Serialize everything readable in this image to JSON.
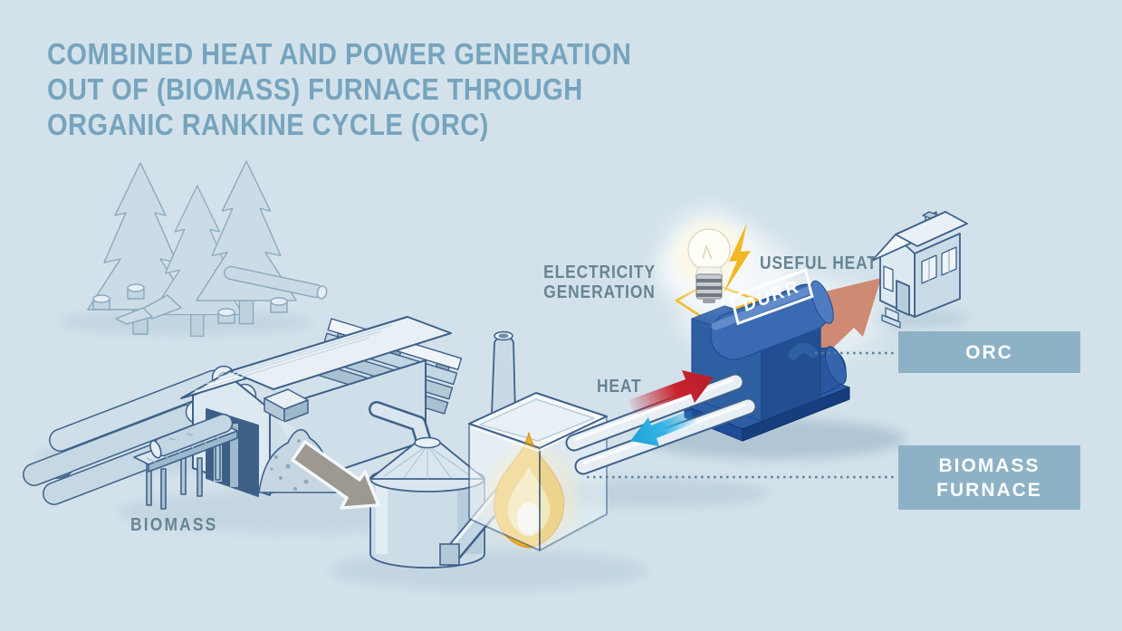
{
  "title": {
    "lines": [
      "COMBINED HEAT AND POWER GENERATION",
      "OUT OF (BIOMASS) FURNACE THROUGH",
      "ORGANIC RANKINE CYCLE (ORC)"
    ]
  },
  "labels": {
    "biomass": "BIOMASS",
    "heat": "HEAT",
    "electricity_line1": "ELECTRICITY",
    "electricity_line2": "GENERATION",
    "useful_heat": "USEFUL HEAT"
  },
  "machine": {
    "brand": "DÜRR"
  },
  "callouts": {
    "orc": {
      "label": "ORC"
    },
    "biomass_furnace": {
      "line1": "BIOMASS",
      "line2": "FURNACE"
    }
  },
  "colors": {
    "background": "#d3e2ea",
    "title_text": "#76a4be",
    "label_text": "#668495",
    "callout_fill": "#8db2c6",
    "callout_text": "#ffffff",
    "machine_blue": "#2e5fa3",
    "hot_arrow": "#c8232e",
    "cold_arrow": "#35b4e5",
    "useful_heat_arrow": "#cf8a73",
    "biomass_arrow": "#9d9890",
    "electric_yellow": "#f2b722",
    "outline": "#3f618a",
    "dotted_line": "#587e97"
  }
}
